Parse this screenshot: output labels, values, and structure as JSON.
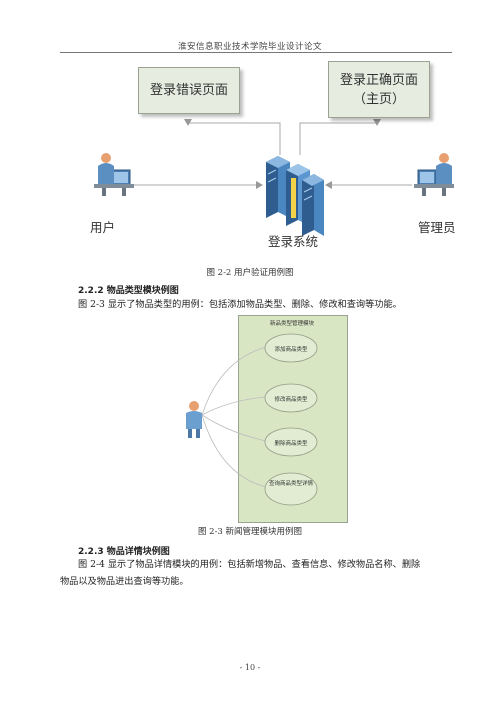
{
  "header": {
    "title": "淮安信息职业技术学院毕业设计论文"
  },
  "figure1": {
    "error_box": "登录错误页面",
    "correct_box_line1": "登录正确页面",
    "correct_box_line2": "（主页）",
    "user_label": "用户",
    "admin_label": "管理员",
    "system_label": "登录系统",
    "caption": "图 2-2  用户验证用例图"
  },
  "section1": {
    "heading": "2.2.2 物品类型模块例图",
    "paragraph": "图 2-3 显示了物品类型的用例：包括添加物品类型、删除、修改和查询等功能。"
  },
  "figure2": {
    "system_title": "新品类型管理模块",
    "use_cases": [
      "添加商品类型",
      "修改商品类型",
      "删除商品类型",
      "查询商品类型详情"
    ],
    "caption": "图 2-3  新闻管理模块用例图"
  },
  "section2": {
    "heading": "2.2.3 物品详情块例图",
    "paragraph_line1": "图 2-4 显示了物品详情模块的用例：包括新增物品、查看信息、修改物品名称、删除",
    "paragraph_line2": "物品以及物品进出查询等功能。"
  },
  "footer": {
    "page_number": "- 10 -"
  }
}
